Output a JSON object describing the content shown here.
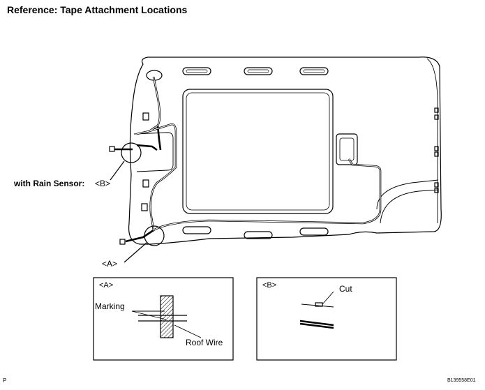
{
  "title": "Reference: Tape Attachment Locations",
  "labels": {
    "rain_sensor": "with Rain Sensor:",
    "callout_b": "<B>",
    "callout_a": "<A>",
    "detail_a_tag": "<A>",
    "detail_b_tag": "<B>",
    "marking": "Marking",
    "roof_wire": "Roof Wire",
    "cut": "Cut"
  },
  "footer": {
    "left_code": "P",
    "right_code": "B139558E01"
  }
}
